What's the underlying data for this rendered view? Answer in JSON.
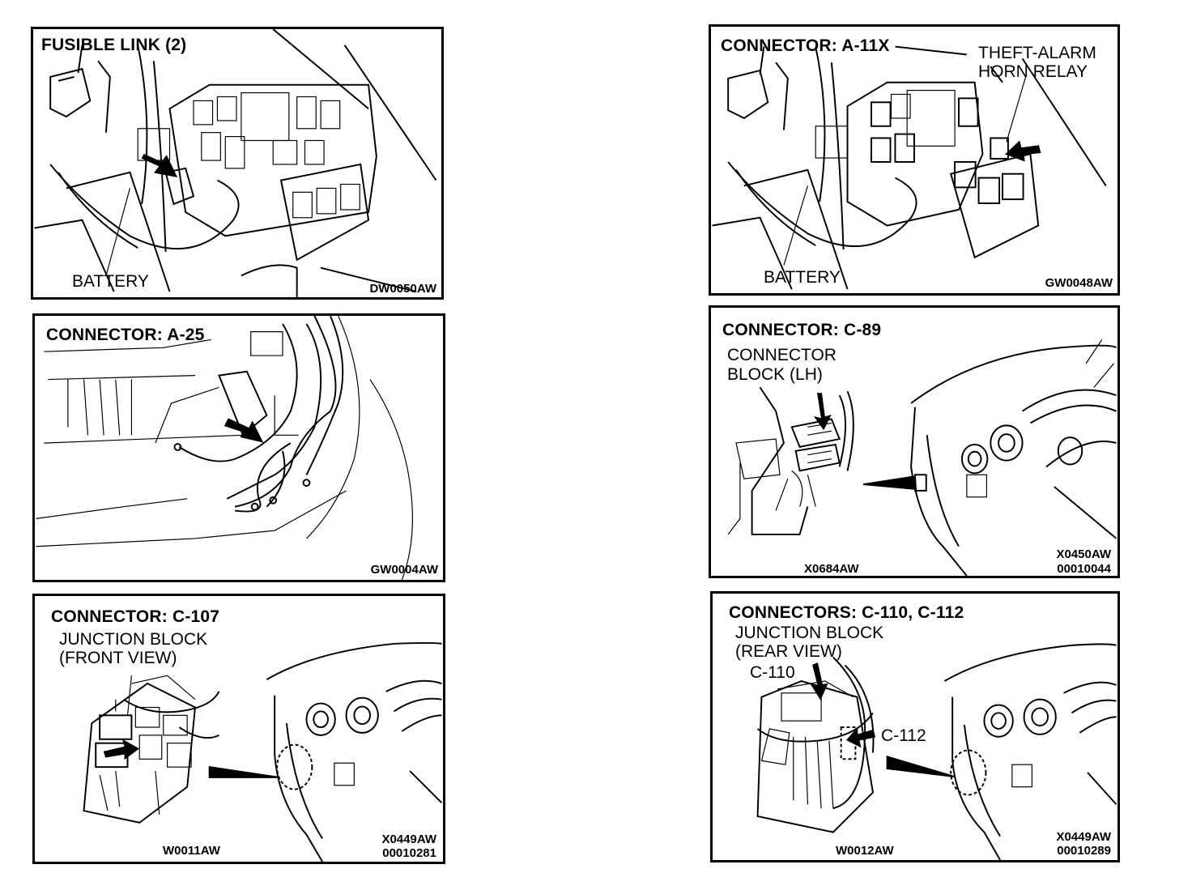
{
  "panels": [
    {
      "title": "FUSIBLE LINK (2)",
      "labels": [
        "BATTERY"
      ],
      "codes": [
        "DW0050AW"
      ]
    },
    {
      "title": "CONNECTOR: A-11X",
      "labels": [
        "THEFT-ALARM",
        "HORN RELAY",
        "BATTERY"
      ],
      "codes": [
        "GW0048AW"
      ]
    },
    {
      "title": "CONNECTOR: A-25",
      "labels": [],
      "codes": [
        "GW0004AW"
      ]
    },
    {
      "title": "CONNECTOR: C-89",
      "labels": [
        "CONNECTOR",
        "BLOCK (LH)"
      ],
      "codes": [
        "X0684AW",
        "X0450AW",
        "00010044"
      ]
    },
    {
      "title": "CONNECTOR: C-107",
      "labels": [
        "JUNCTION BLOCK",
        "(FRONT VIEW)"
      ],
      "codes": [
        "W0011AW",
        "X0449AW",
        "00010281"
      ]
    },
    {
      "title": "CONNECTORS: C-110, C-112",
      "labels": [
        "JUNCTION BLOCK",
        "(REAR VIEW)",
        "C-110",
        "C-112"
      ],
      "codes": [
        "W0012AW",
        "X0449AW",
        "00010289"
      ]
    }
  ]
}
